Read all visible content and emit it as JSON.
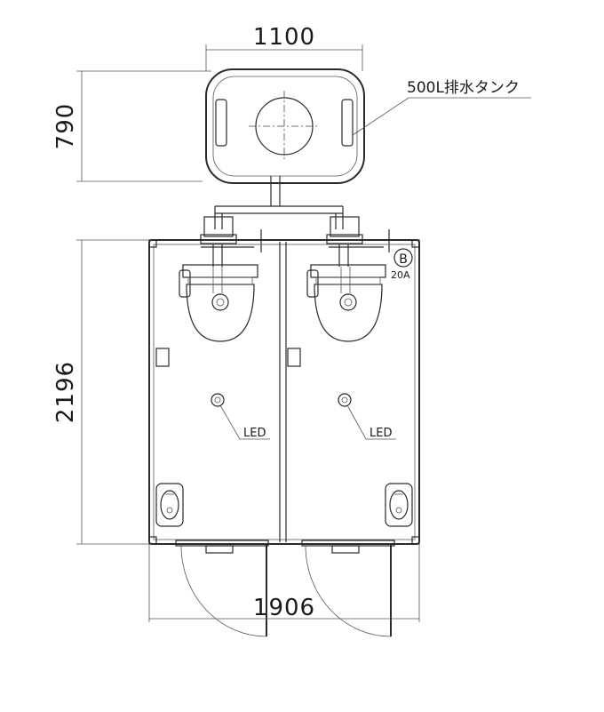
{
  "dimensions": {
    "tank_width": "1100",
    "tank_depth": "790",
    "unit_depth": "2196",
    "unit_width": "1906"
  },
  "labels": {
    "tank": "500L排水タンク",
    "led_left": "LED",
    "led_right": "LED",
    "breaker_letter": "B",
    "breaker_rating": "20A"
  }
}
